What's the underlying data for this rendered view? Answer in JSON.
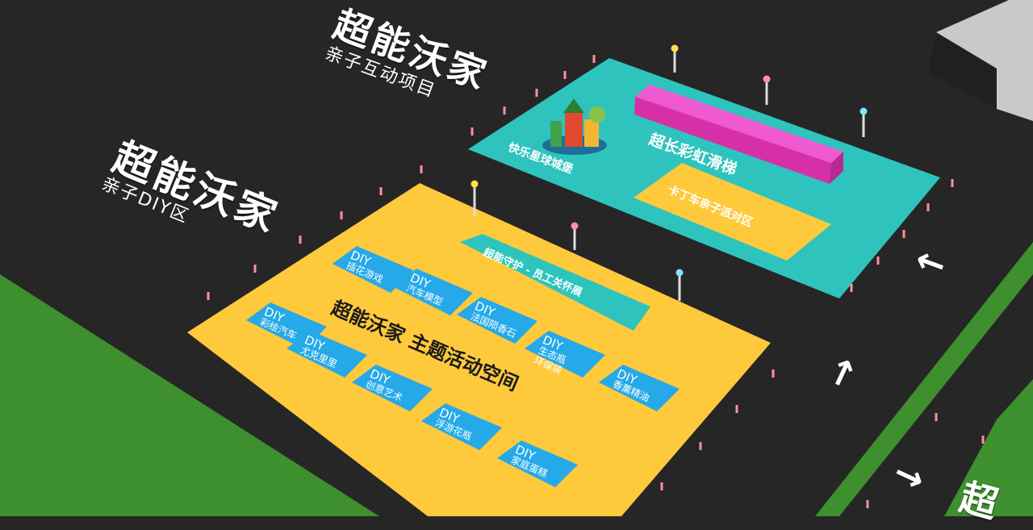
{
  "headers": {
    "top_title": "超能沃家",
    "top_subtitle": "亲子互动项目",
    "left_title": "超能沃家",
    "left_subtitle": "亲子DIY区",
    "corner_title": "超"
  },
  "teal_zone": {
    "castle_label": "快乐星球城堡",
    "slide_label": "超长彩虹滑梯",
    "party_label": "卡丁车亲子派对区"
  },
  "yellow_zone": {
    "theme_title": "超能沃家 主题活动空间",
    "banner": "超能守护 - 员工关怀展",
    "tiles": [
      {
        "tag": "DIY",
        "name": "插花游戏"
      },
      {
        "tag": "DIY",
        "name": "汽车模型"
      },
      {
        "tag": "DIY",
        "name": "法国陨香石"
      },
      {
        "tag": "DIY",
        "name": "生态瓶\n环保袋"
      },
      {
        "tag": "DIY",
        "name": "香薰精油"
      },
      {
        "tag": "DIY",
        "name": "彩绘汽车"
      },
      {
        "tag": "DIY",
        "name": "尤克里里"
      },
      {
        "tag": "DIY",
        "name": "创意艺术"
      },
      {
        "tag": "DIY",
        "name": "浮游花瓶"
      },
      {
        "tag": "DIY",
        "name": "家庭蛋糕"
      }
    ]
  },
  "colors": {
    "ground": "#262626",
    "grass": "#3e8f2e",
    "teal": "#2ec4bd",
    "yellow": "#ffc93c",
    "tile_blue": "#25a9e8",
    "slide_pink": "#e040b8"
  }
}
